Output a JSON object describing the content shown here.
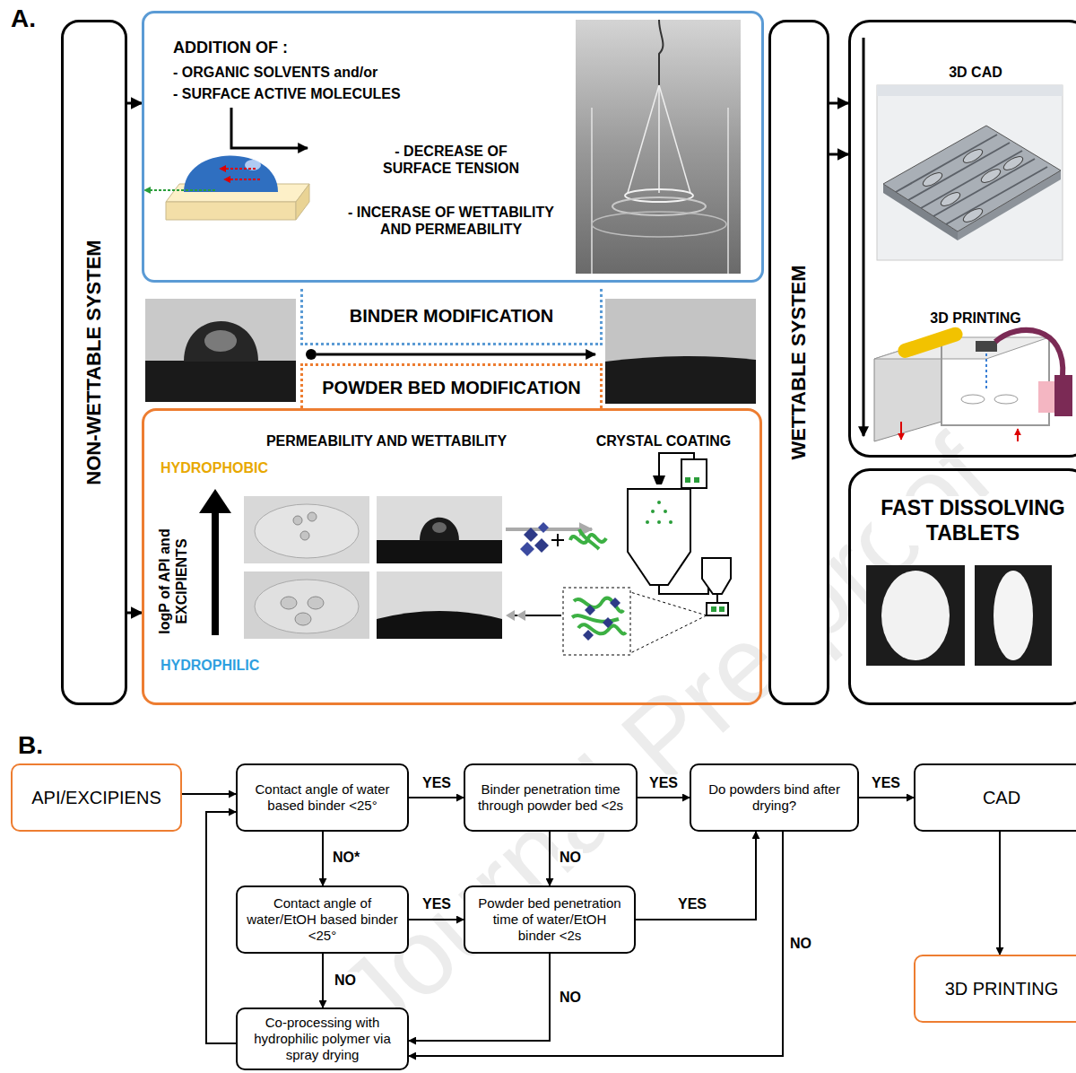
{
  "diagram": {
    "nodes": [
      {
        "text": [
          "NON-WETTABLE SYSTEM"
        ]
      },
      {
        "text": [
          "ADDITION OF :",
          "- ORGANIC SOLVENTS and/or",
          "- SURFACE ACTIVE MOLECULES",
          "- DECREASE OF SURFACE TENSION",
          "- INCERASE OF WETTABILITY AND PERMEABILITY"
        ]
      },
      {
        "text": [
          "BINDER MODIFICATION"
        ]
      },
      {
        "text": [
          "POWDER BED MODIFICATION"
        ]
      },
      {
        "text": [
          "PERMEABILITY AND WETTABILITY",
          "CRYSTAL COATING",
          "HYDROPHOBIC",
          "logP of API and EXCIPIENTS",
          "HYDROPHILIC"
        ]
      },
      {
        "text": [
          "WETTABLE SYSTEM"
        ]
      },
      {
        "text": [
          "3D CAD",
          "3D PRINTING"
        ]
      },
      {
        "text": [
          "FAST DISSOLVING TABLETS"
        ]
      },
      {
        "text": [
          "API/EXCIPIENS"
        ]
      },
      {
        "text": [
          "Contact angle of water based binder <25°"
        ]
      },
      {
        "text": [
          "Binder penetration time through powder bed <2s"
        ]
      },
      {
        "text": [
          "Do powders bind after drying?"
        ]
      },
      {
        "text": [
          "CAD"
        ]
      },
      {
        "text": [
          "Contact angle of water/EtOH based binder <25°"
        ]
      },
      {
        "text": [
          "Powder bed penetration time of water/EtOH binder <2s"
        ]
      },
      {
        "text": [
          "Co-processing with hydrophilic polymer via spray drying"
        ]
      },
      {
        "text": [
          "3D PRINTING"
        ]
      }
    ],
    "edges": [
      {
        "from": 0,
        "to": 1,
        "arrow": "to"
      },
      {
        "from": 0,
        "to": 4,
        "arrow": "to"
      },
      {
        "from": 5,
        "to": 6,
        "arrow": "to"
      },
      {
        "from": 5,
        "to": 6,
        "arrow": "to"
      },
      {
        "from": 8,
        "to": 9,
        "arrow": "to"
      },
      {
        "from": 9,
        "to": 10,
        "label": "YES",
        "arrow": "to"
      },
      {
        "from": 10,
        "to": 11,
        "label": "YES",
        "arrow": "to"
      },
      {
        "from": 11,
        "to": 12,
        "label": "YES",
        "arrow": "to"
      },
      {
        "from": 12,
        "to": 16,
        "arrow": "to"
      },
      {
        "from": 9,
        "to": 13,
        "label": "NO*",
        "arrow": "to"
      },
      {
        "from": 10,
        "to": 14,
        "label": "NO",
        "arrow": "to"
      },
      {
        "from": 13,
        "to": 14,
        "label": "YES",
        "arrow": "to"
      },
      {
        "from": 14,
        "to": 11,
        "label": "YES",
        "arrow": "to"
      },
      {
        "from": 13,
        "to": 15,
        "label": "NO",
        "arrow": "to"
      },
      {
        "from": 14,
        "to": 15,
        "label": "NO",
        "arrow": "to"
      },
      {
        "from": 11,
        "to": 15,
        "label": "NO",
        "arrow": "to"
      },
      {
        "from": 15,
        "to": 9,
        "arrow": "to"
      }
    ],
    "labels": [
      "A.",
      "B.",
      "Journal Pre-proof"
    ]
  }
}
